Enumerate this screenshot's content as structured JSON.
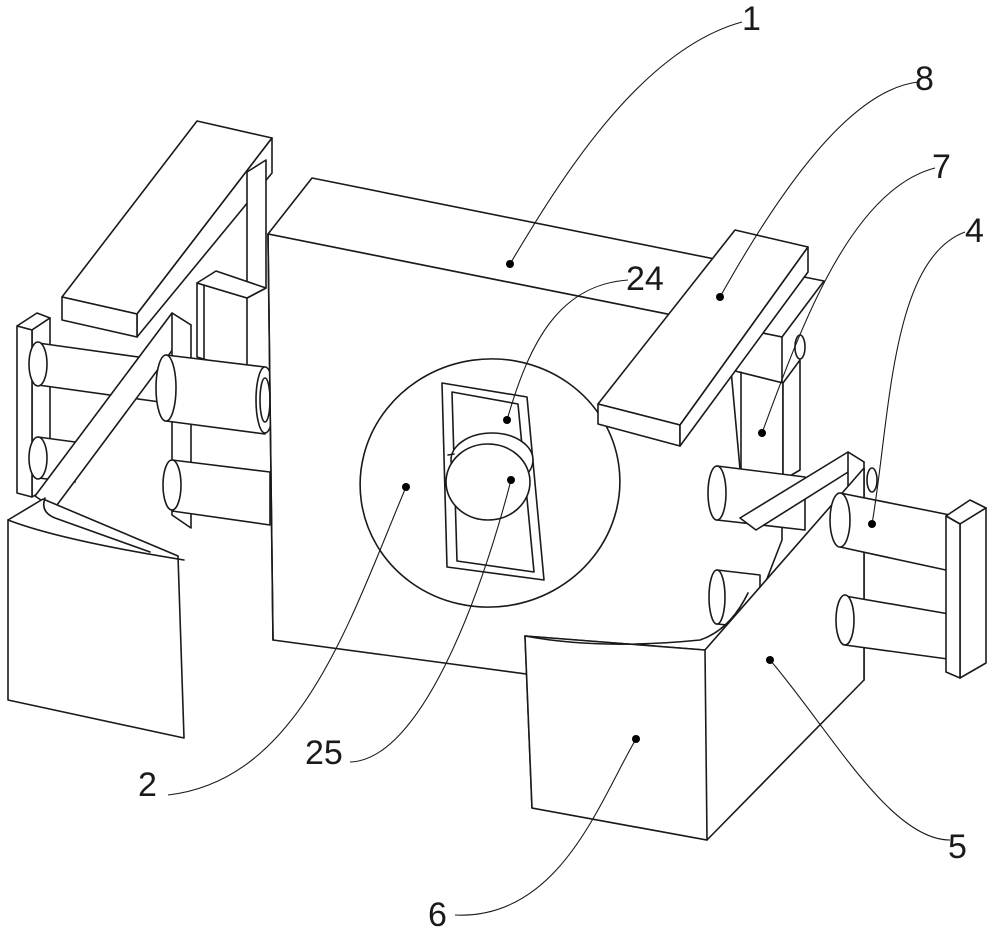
{
  "figure": {
    "labels": {
      "main_body": "1",
      "front_plate": "2",
      "right_cylinder": "4",
      "right_guide_frame": "5",
      "right_block": "6",
      "right_post": "7",
      "right_top_bar": "8",
      "window_ring": "24",
      "round_button": "25"
    }
  }
}
